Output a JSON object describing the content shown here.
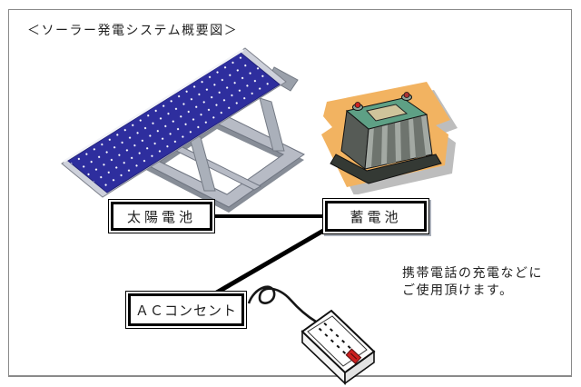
{
  "title": "＜ソーラー発電システム概要図＞",
  "diagram": {
    "nodes": [
      {
        "id": "solar-cell",
        "label": "太陽電池"
      },
      {
        "id": "storage-battery",
        "label": "蓄電池"
      },
      {
        "id": "ac-outlet",
        "label": "ＡＣコンセント"
      }
    ],
    "note": {
      "line1": "携帯電話の充電などに",
      "line2": "ご使用頂けます。"
    },
    "illustrations": {
      "solar_panel": "solar-panel-illustration",
      "battery": "storage-battery-illustration",
      "power_strip": "power-strip-illustration"
    },
    "colors": {
      "title_text": "#1f1f1f",
      "panel_blue": "#2e2e9e",
      "panel_frame": "#ced1db",
      "mount_gray": "#b7bbc5",
      "battery_orange": "#f2b361",
      "battery_green": "#5ea085",
      "battery_label_tan": "#cfc49b",
      "battery_body_gray": "#a3a9a3",
      "terminal_red": "#cc2222",
      "switch_red": "#cc1f1f",
      "connector_black": "#000000",
      "page_border_gray": "#8a8a8a"
    }
  }
}
